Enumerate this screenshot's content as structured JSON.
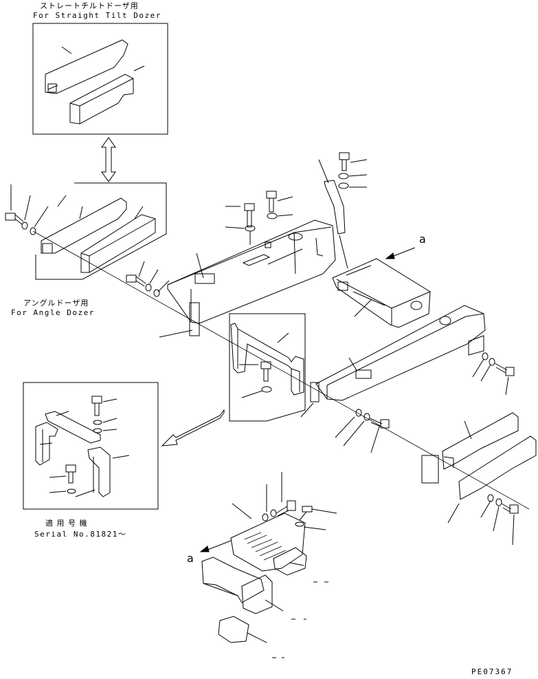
{
  "labels": {
    "straight_tilt_jp": "ストレートチルトドーザ用",
    "straight_tilt_en": "For Straight Tilt Dozer",
    "angle_jp": "アングルドーザ用",
    "angle_en": "For Angle Dozer",
    "serial_jp": "適 用 号 機",
    "serial_en": "Serial No.81821～",
    "callout_a_right": "a",
    "callout_a_left": "a",
    "drawing_code": "PE07367"
  }
}
